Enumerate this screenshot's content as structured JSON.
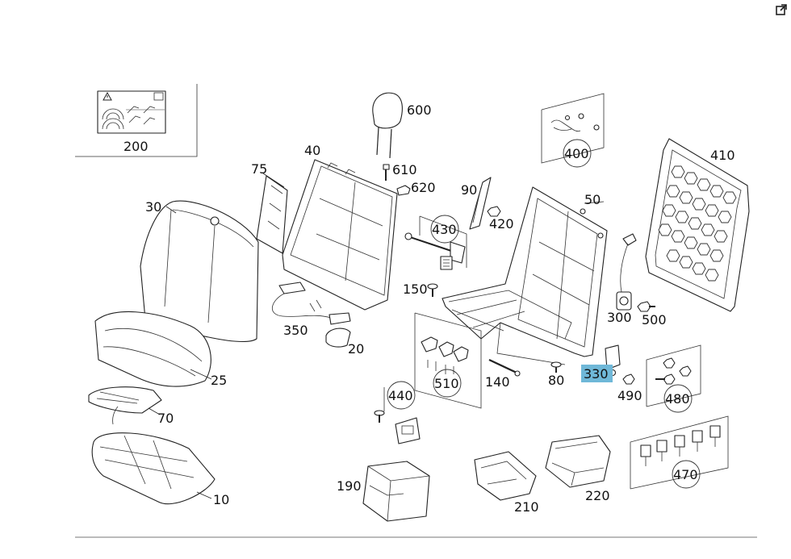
{
  "header": {
    "action_icon": "external-link-icon"
  },
  "diagram": {
    "callouts": {
      "c200": "200",
      "c600": "600",
      "c400": "400",
      "c410": "410",
      "c40": "40",
      "c75": "75",
      "c610": "610",
      "c620": "620",
      "c30": "30",
      "c90": "90",
      "c50": "50",
      "c430": "430",
      "c420": "420",
      "c150": "150",
      "c350": "350",
      "c20": "20",
      "c300": "300",
      "c500": "500",
      "c25": "25",
      "c70": "70",
      "c510": "510",
      "c140": "140",
      "c80": "80",
      "c330": "330",
      "c490": "490",
      "c480": "480",
      "c440": "440",
      "c10": "10",
      "c190": "190",
      "c210": "210",
      "c220": "220",
      "c470": "470"
    },
    "highlighted_callout": "330",
    "highlight_color": "#6fb8d8",
    "line_color": "#222222"
  }
}
